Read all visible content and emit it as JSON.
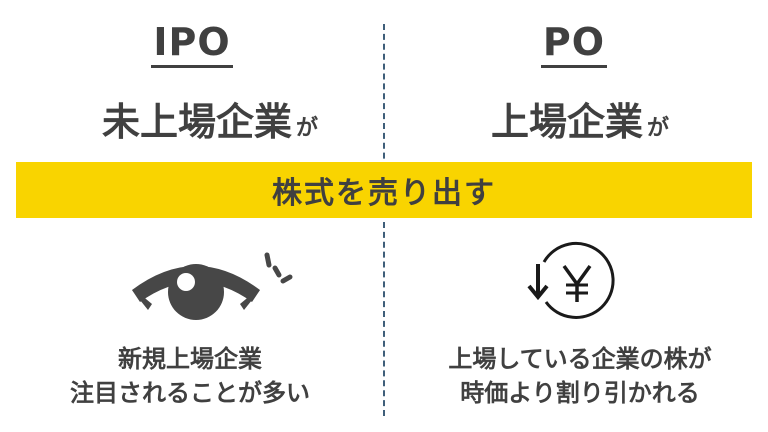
{
  "left": {
    "title": "IPO",
    "subject": "未上場企業",
    "particle": "が",
    "icon": "eye-icon",
    "description_line1": "新規上場企業",
    "description_line2": "注目されることが多い"
  },
  "right": {
    "title": "PO",
    "subject": "上場企業",
    "particle": "が",
    "icon": "yen-down-circle-icon",
    "description_line1": "上場している企業の株が",
    "description_line2": "時価より割り引かれる"
  },
  "band": {
    "text": "株式を売り出す"
  },
  "colors": {
    "band": "#f9d400",
    "text": "#404040",
    "divider": "#3f5f7a"
  }
}
